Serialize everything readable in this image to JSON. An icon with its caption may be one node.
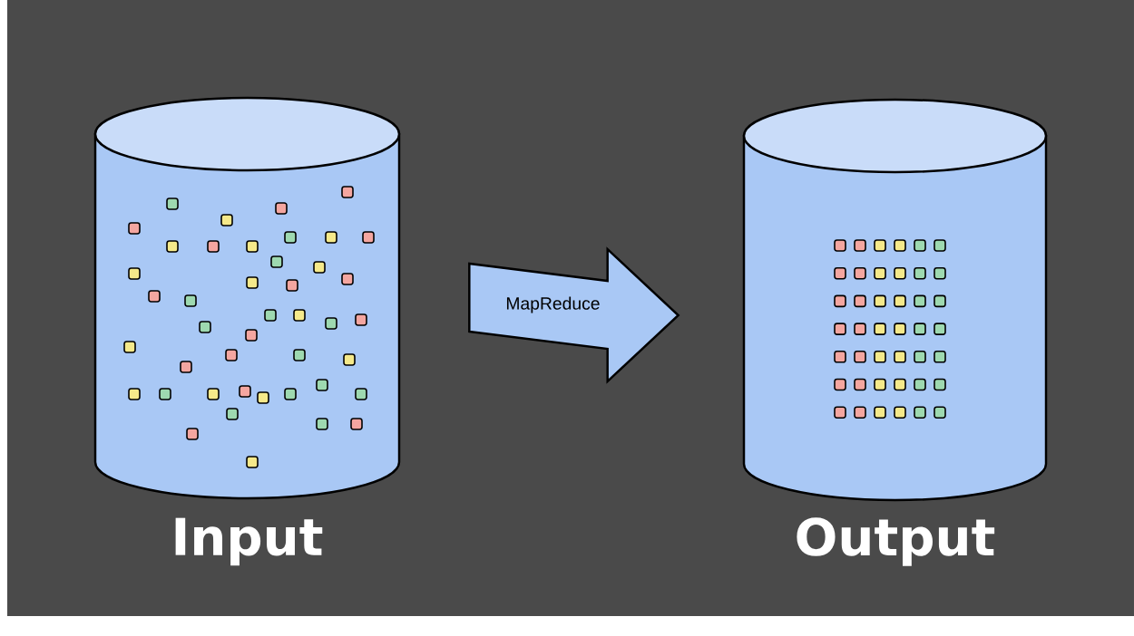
{
  "diagram": {
    "nodes": [
      {
        "text": [
          "Input"
        ]
      },
      {
        "text": [
          "Output"
        ]
      }
    ],
    "edges": [
      {
        "from": 0,
        "to": 1,
        "arrow": "to",
        "label": "MapReduce"
      }
    ]
  }
}
